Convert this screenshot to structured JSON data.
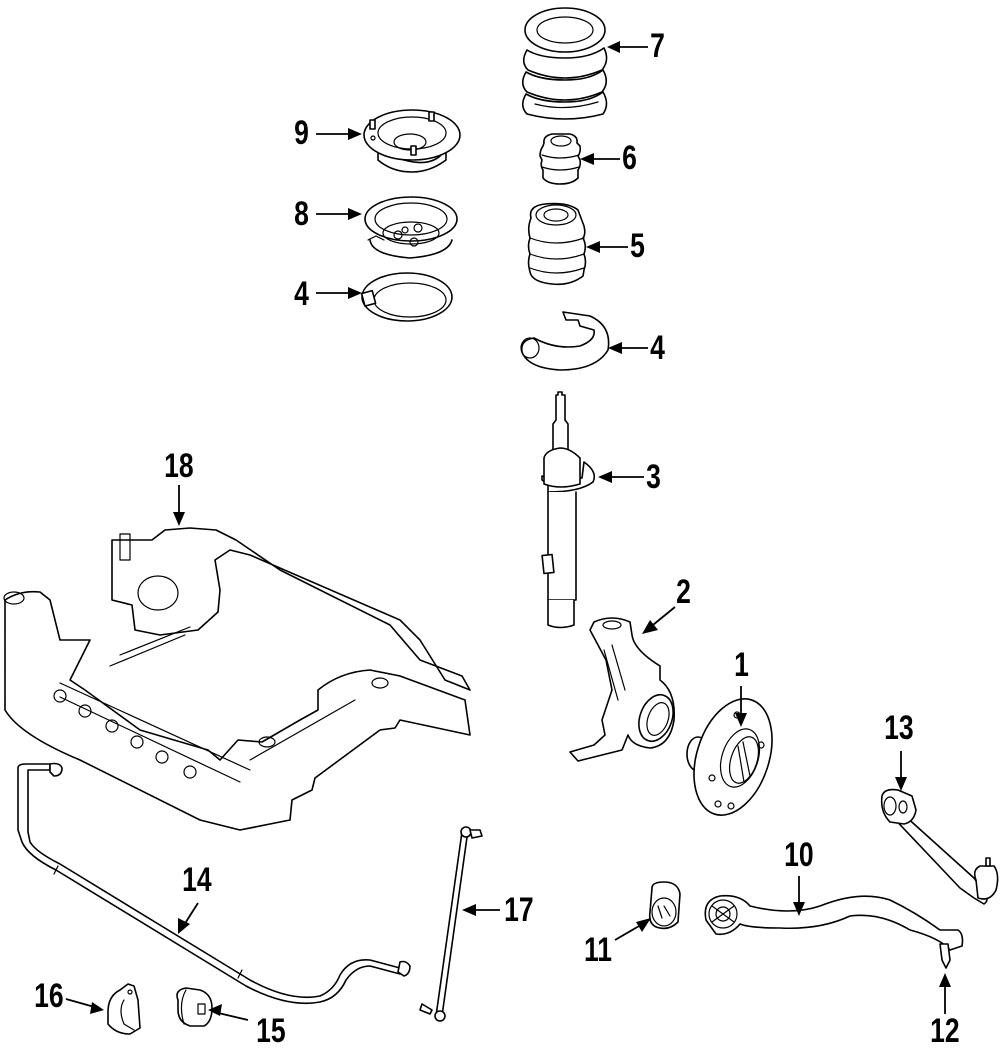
{
  "diagram": {
    "type": "exploded-parts-diagram",
    "subject": "front suspension",
    "colors": {
      "line": "#000000",
      "background": "#ffffff"
    },
    "callouts": [
      {
        "number": "1",
        "part": "hub-flange"
      },
      {
        "number": "2",
        "part": "steering-knuckle"
      },
      {
        "number": "3",
        "part": "strut"
      },
      {
        "number": "4",
        "part": "spring-insulator-upper"
      },
      {
        "number": "4",
        "part": "spring-insulator-lower"
      },
      {
        "number": "5",
        "part": "dust-boot"
      },
      {
        "number": "6",
        "part": "bump-stop"
      },
      {
        "number": "7",
        "part": "coil-spring"
      },
      {
        "number": "8",
        "part": "spring-seat"
      },
      {
        "number": "9",
        "part": "strut-mount"
      },
      {
        "number": "10",
        "part": "lower-control-arm"
      },
      {
        "number": "11",
        "part": "control-arm-bushing"
      },
      {
        "number": "12",
        "part": "ball-joint"
      },
      {
        "number": "13",
        "part": "tension-strut-arm"
      },
      {
        "number": "14",
        "part": "stabilizer-bar"
      },
      {
        "number": "15",
        "part": "stabilizer-bushing"
      },
      {
        "number": "16",
        "part": "bushing-bracket"
      },
      {
        "number": "17",
        "part": "stabilizer-link"
      },
      {
        "number": "18",
        "part": "crossmember-subframe"
      }
    ]
  }
}
